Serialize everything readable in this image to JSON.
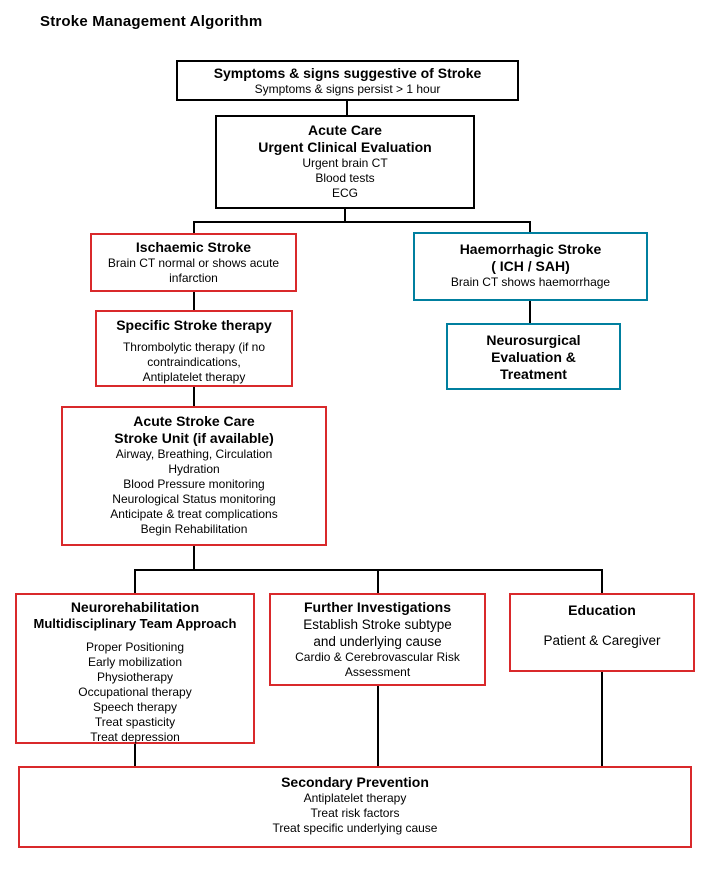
{
  "page": {
    "title": "Stroke Management Algorithm"
  },
  "colors": {
    "red": "#d9292b",
    "teal": "#007f9f",
    "line": "#000000"
  },
  "boxes": {
    "symptoms": {
      "title": "Symptoms & signs suggestive of Stroke",
      "subtitle": "Symptoms & signs persist > 1 hour"
    },
    "acute_care": {
      "title_lines": [
        "Acute Care",
        "Urgent Clinical Evaluation"
      ],
      "lines": [
        "Urgent brain CT",
        "Blood tests",
        "ECG"
      ]
    },
    "ischaemic": {
      "title": "Ischaemic Stroke",
      "lines": [
        "Brain CT normal or shows acute",
        "infarction"
      ]
    },
    "haemorrhagic": {
      "title_lines": [
        "Haemorrhagic Stroke",
        "( ICH / SAH)"
      ],
      "lines": [
        "Brain CT shows haemorrhage"
      ]
    },
    "specific_therapy": {
      "title": "Specific Stroke therapy",
      "lines": [
        "Thrombolytic therapy (if no",
        "contraindications,",
        "Antiplatelet therapy"
      ]
    },
    "neurosurgical": {
      "title_lines": [
        "Neurosurgical",
        "Evaluation &",
        "Treatment"
      ]
    },
    "acute_stroke_care": {
      "title_lines": [
        "Acute Stroke Care",
        "Stroke Unit (if available)"
      ],
      "lines": [
        "Airway, Breathing, Circulation",
        "Hydration",
        "Blood Pressure monitoring",
        "Neurological Status monitoring",
        "Anticipate & treat complications",
        "Begin Rehabilitation"
      ]
    },
    "neurorehabilitation": {
      "title": "Neurorehabilitation",
      "subtitle": "Multidisciplinary Team Approach",
      "lines": [
        "Proper Positioning",
        "Early mobilization",
        "Physiotherapy",
        "Occupational therapy",
        "Speech therapy",
        "Treat spasticity",
        "Treat depression"
      ]
    },
    "further_investigations": {
      "title": "Further Investigations",
      "subtitle_lines": [
        "Establish Stroke subtype",
        "and underlying cause"
      ],
      "lines": [
        "Cardio & Cerebrovascular Risk",
        "Assessment"
      ]
    },
    "education": {
      "title": "Education",
      "lines": [
        "Patient & Caregiver"
      ]
    },
    "secondary_prevention": {
      "title": "Secondary Prevention",
      "lines": [
        "Antiplatelet therapy",
        "Treat risk factors",
        "Treat specific underlying cause"
      ]
    }
  }
}
